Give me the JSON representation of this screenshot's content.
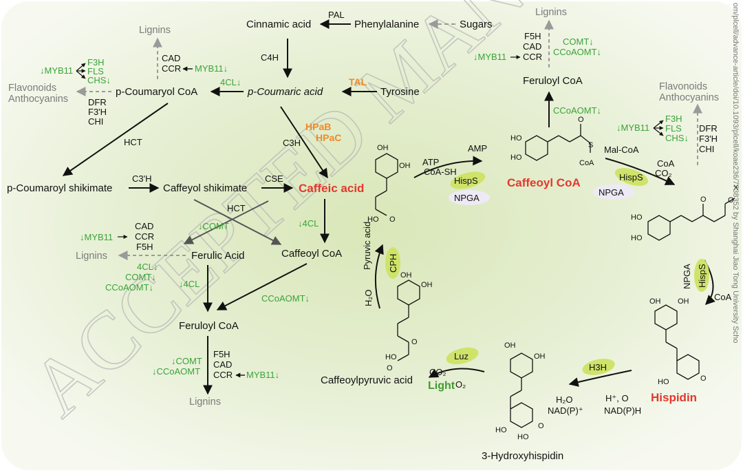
{
  "figure": {
    "title": "",
    "nodes": {
      "cinnamic_acid": "Cinnamic acid",
      "phenylalanine": "Phenylalanine",
      "sugars": "Sugars",
      "p_coumaric_acid": "p-Coumaric acid",
      "tyrosine": "Tyrosine",
      "p_coumaroyl_coa": "p-Coumaryol CoA",
      "p_coumaroyl_shikimate": "p-Coumaroyl shikimate",
      "caffeoyl_shikimate": "Caffeyol shikimate",
      "caffeic_acid": "Caffeic acid",
      "caffeoyl_coa_left": "Caffeoyl CoA",
      "ferulic_acid": "Ferulic Acid",
      "feruloyl_coa_left": "Feruloyl CoA",
      "feruloyl_coa_right": "Feruloyl CoA",
      "caffeoyl_coa_right": "Caffeoyl CoA",
      "hispidin": "Hispidin",
      "hydroxyhispidin": "3-Hydroxyhispidin",
      "caffeoylpyruvic_acid": "Caffeoylpyruvic acid",
      "light": "Light",
      "lignins": "Lignins",
      "flavonoids": "Flavonoids",
      "anthocyanins": "Anthocyanins"
    },
    "enzymes": {
      "pal": "PAL",
      "c4h": "C4H",
      "tal": "TAL",
      "hpab": "HPaB",
      "hpac": "HPaC",
      "c3h": "C3H",
      "hct": "HCT",
      "c3h_prime": "C3'H",
      "cse": "CSE",
      "cad": "CAD",
      "ccr": "CCR",
      "f5h": "F5H",
      "dfr": "DFR",
      "f3h_prime": "F3'H",
      "chi": "CHI",
      "hisps": "HispS",
      "npga": "NPGA",
      "cph": "CPH",
      "h3h": "H3H",
      "luz": "Luz"
    },
    "regulation": {
      "myb11": "↓MYB11",
      "myb11_arrow": "MYB11↓",
      "f3h": "F3H",
      "fls": "FLS",
      "chs_down": "CHS↓",
      "cl4_down": "4CL↓",
      "down_4cl": "↓4CL",
      "down_comt": "↓COMT",
      "comt_down": "COMT↓",
      "ccoaomt_down": "CCoAOMT↓",
      "down_ccoaomt": "↓CCoAOMT"
    },
    "cofactors": {
      "atp": "ATP",
      "coa_sh": "CoA-SH",
      "amp": "AMP",
      "mal_coa": "Mal-CoA",
      "coa": "CoA",
      "co2": "CO₂",
      "o2": "O₂",
      "h2o": "H₂O",
      "pyruvic_acid": "Pyruvic acid",
      "nadp_plus": "NAD(P)⁺",
      "nadph": "NAD(P)H",
      "h_plus_o": "H⁺, O",
      "ho": "HO",
      "oh": "OH",
      "o": "O",
      "s": "S",
      "x": "X"
    },
    "watermark": "ACCEPTED MANUSCRIPT",
    "doi_text": "om/plcell/advance-article/doi/10.1093/plcell/koae236/7738352 by Shanghai Jiao Tong University Scho"
  },
  "colors": {
    "background_glow": "#dfeac6",
    "enzyme_green": "#3aa339",
    "product_red": "#e4382b",
    "bacterial_orange": "#ee8a2b",
    "pill_green": "#cfe36a",
    "pill_lavender": "#eeeaf5",
    "gray_arrow": "#9a9a9a"
  }
}
